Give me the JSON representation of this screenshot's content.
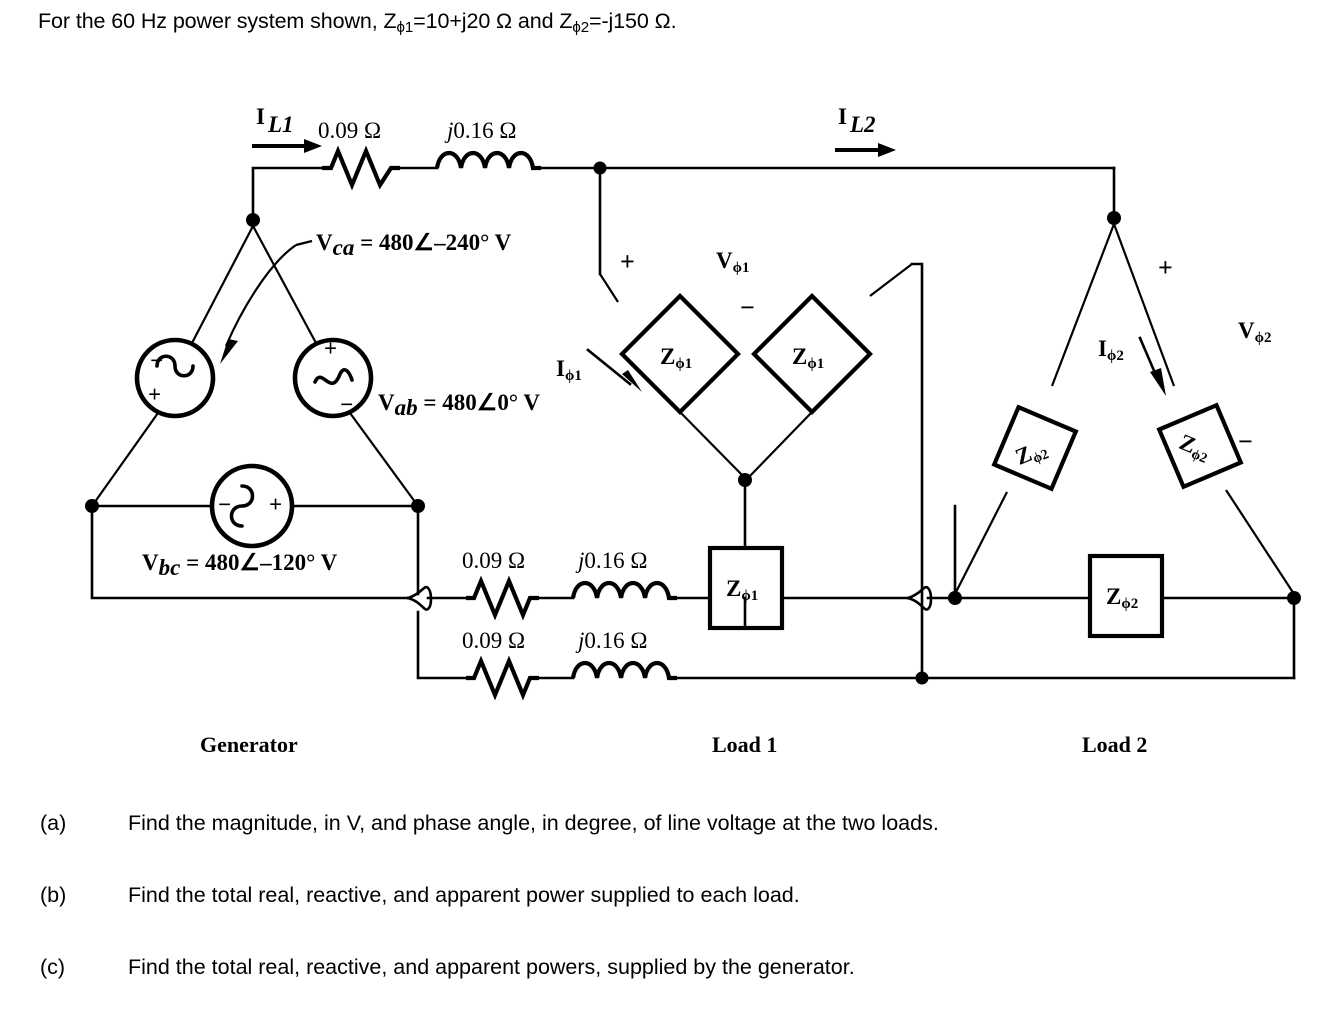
{
  "problem": {
    "intro_part1": "For the 60 Hz power system shown, Z",
    "intro_sub1": "ϕ1",
    "intro_part2": "=10+j20 Ω and Z",
    "intro_sub2": "ϕ2",
    "intro_part3": "=-j150 Ω."
  },
  "figure": {
    "line1": {
      "current_label": "I",
      "current_sub": "L1",
      "resistor": "0.09 Ω",
      "inductor": "j0.16 Ω"
    },
    "line2": {
      "current_label": "I",
      "current_sub": "L2"
    },
    "line_mid": {
      "resistor": "0.09 Ω",
      "inductor": "j0.16 Ω"
    },
    "line_bot": {
      "resistor": "0.09 Ω",
      "inductor": "j0.16 Ω"
    },
    "generator": {
      "caption": "Generator",
      "v_ca": "V",
      "v_ca_sub": "ca",
      "v_ca_value": " = 480∠–240° V",
      "v_ab": "V",
      "v_ab_sub": "ab",
      "v_ab_value": " = 480∠0° V",
      "v_bc": "V",
      "v_bc_sub": "bc",
      "v_bc_value": " = 480∠–120° V"
    },
    "load1": {
      "caption": "Load 1",
      "impedance": "Z",
      "impedance_sub": "ϕ1",
      "current": "I",
      "current_sub": "ϕ1",
      "voltage": "V",
      "voltage_sub": "ϕ1",
      "plus": "+",
      "minus": "−"
    },
    "load2": {
      "caption": "Load 2",
      "impedance": "Z",
      "impedance_sub": "ϕ2",
      "current": "I",
      "current_sub": "ϕ2",
      "voltage": "V",
      "voltage_sub": "ϕ2",
      "plus": "+",
      "minus": "−"
    }
  },
  "questions": [
    {
      "label": "(a)",
      "text": "Find the magnitude, in V, and phase angle, in degree, of line voltage at the two loads."
    },
    {
      "label": "(b)",
      "text": "Find the total real, reactive, and apparent power supplied to each load."
    },
    {
      "label": "(c)",
      "text": "Find the total real, reactive, and apparent powers, supplied by the generator."
    }
  ]
}
